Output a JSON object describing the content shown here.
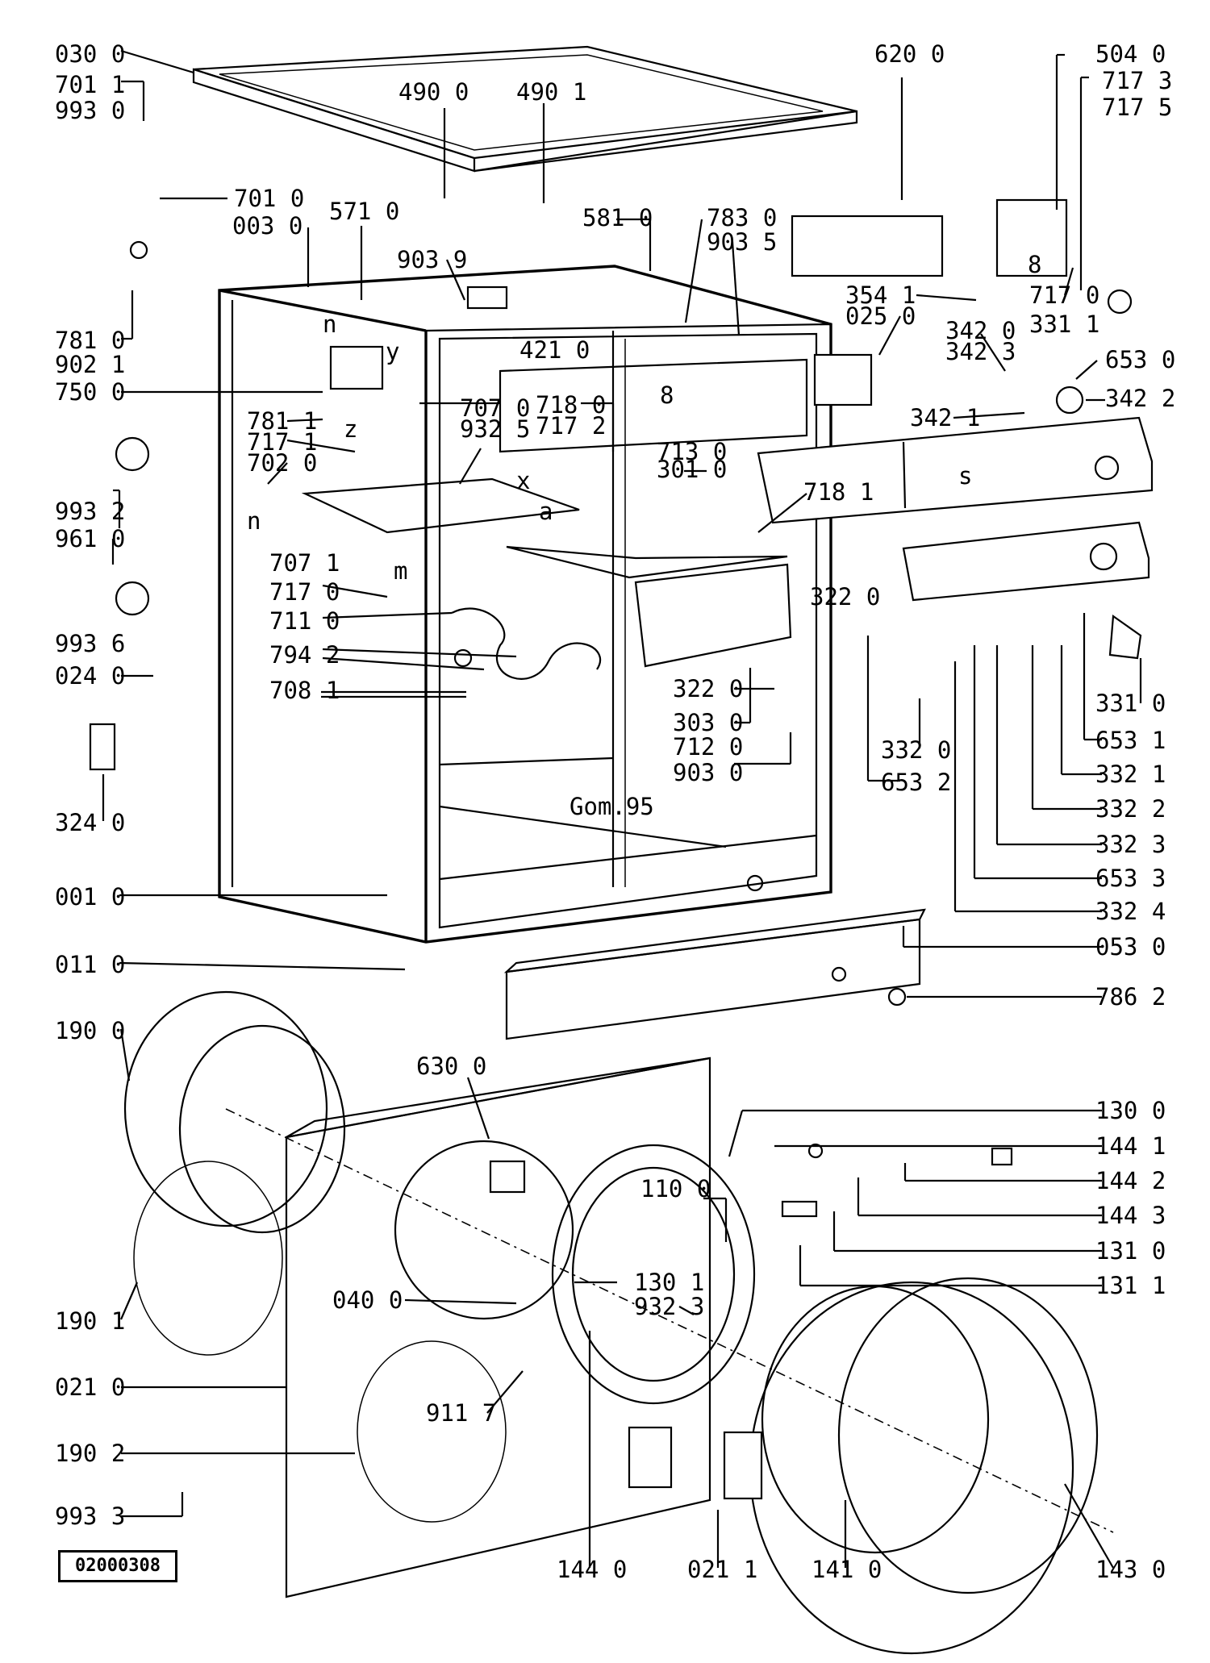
{
  "document_id": "02000308",
  "callouts": {
    "c030_0": "030 0",
    "c701_1": "701 1",
    "c993_0": "993 0",
    "c490_0": "490 0",
    "c490_1": "490 1",
    "c620_0": "620 0",
    "c504_0": "504 0",
    "c717_3": "717 3",
    "c717_5": "717 5",
    "c701_0": "701 0",
    "c003_0": "003 0",
    "c571_0": "571 0",
    "c581_0": "581 0",
    "c783_0": "783 0",
    "c903_5": "903 5",
    "c903_9": "903 9",
    "c421_0": "421 0",
    "c354_1": "354 1",
    "c025_0": "025 0",
    "c717_0": "717 0",
    "c331_1": "331 1",
    "c342_0": "342 0",
    "c342_3": "342 3",
    "c653_0": "653 0",
    "c342_2": "342 2",
    "c342_1": "342 1",
    "c781_0": "781 0",
    "c902_1": "902 1",
    "c750_0": "750 0",
    "c781_1": "781 1",
    "c717_1": "717 1",
    "c702_0": "702 0",
    "c707_0": "707 0",
    "c932_5": "932 5",
    "c718_0": "718 0",
    "c717_2": "717 2",
    "c713_0": "713 0",
    "c301_0": "301 0",
    "c718_1": "718 1",
    "c993_2": "993 2",
    "c961_0": "961 0",
    "c707_1": "707 1",
    "c717_0b": "717 0",
    "c711_0": "711 0",
    "c993_6": "993 6",
    "c024_0": "024 0",
    "c794_2": "794 2",
    "c708_1": "708 1",
    "c322_0a": "322 0",
    "c322_0b": "322 0",
    "c303_0": "303 0",
    "c712_0": "712 0",
    "c903_0": "903 0",
    "c324_0": "324 0",
    "c332_0": "332 0",
    "c653_2": "653 2",
    "c331_0": "331 0",
    "c653_1": "653 1",
    "c332_1": "332 1",
    "c332_2": "332 2",
    "c332_3": "332 3",
    "c653_3": "653 3",
    "c332_4": "332 4",
    "c001_0": "001 0",
    "c053_0": "053 0",
    "c011_0": "011 0",
    "c786_2": "786 2",
    "c190_0": "190 0",
    "c630_0": "630 0",
    "c130_0": "130 0",
    "c144_1": "144 1",
    "c144_2": "144 2",
    "c144_3": "144 3",
    "c110_0": "110 0",
    "c131_0": "131 0",
    "c131_1": "131 1",
    "c130_1": "130 1",
    "c932_3": "932 3",
    "c190_1": "190 1",
    "c040_0": "040 0",
    "c021_0": "021 0",
    "c911_7": "911 7",
    "c190_2": "190 2",
    "c993_3": "993 3",
    "c144_0": "144 0",
    "c021_1": "021 1",
    "c141_0": "141 0",
    "c143_0": "143 0"
  },
  "small_labels": {
    "n1": "n",
    "y": "y",
    "z": "z",
    "n2": "n",
    "x": "x",
    "a": "a",
    "m": "m",
    "s": "s",
    "a8": "8",
    "k": "8",
    "date_mark": "Gom.95"
  }
}
